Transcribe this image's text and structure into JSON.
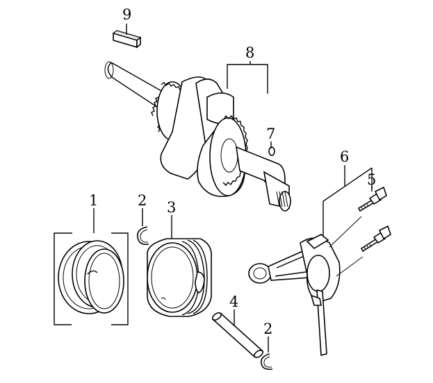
{
  "diagram": {
    "callouts": [
      {
        "id": "c1",
        "label": "1"
      },
      {
        "id": "c2a",
        "label": "2"
      },
      {
        "id": "c3",
        "label": "3"
      },
      {
        "id": "c4",
        "label": "4"
      },
      {
        "id": "c2b",
        "label": "2"
      },
      {
        "id": "c5",
        "label": "5"
      },
      {
        "id": "c6",
        "label": "6"
      },
      {
        "id": "c7",
        "label": "7"
      },
      {
        "id": "c8",
        "label": "8"
      },
      {
        "id": "c9",
        "label": "9"
      }
    ]
  }
}
